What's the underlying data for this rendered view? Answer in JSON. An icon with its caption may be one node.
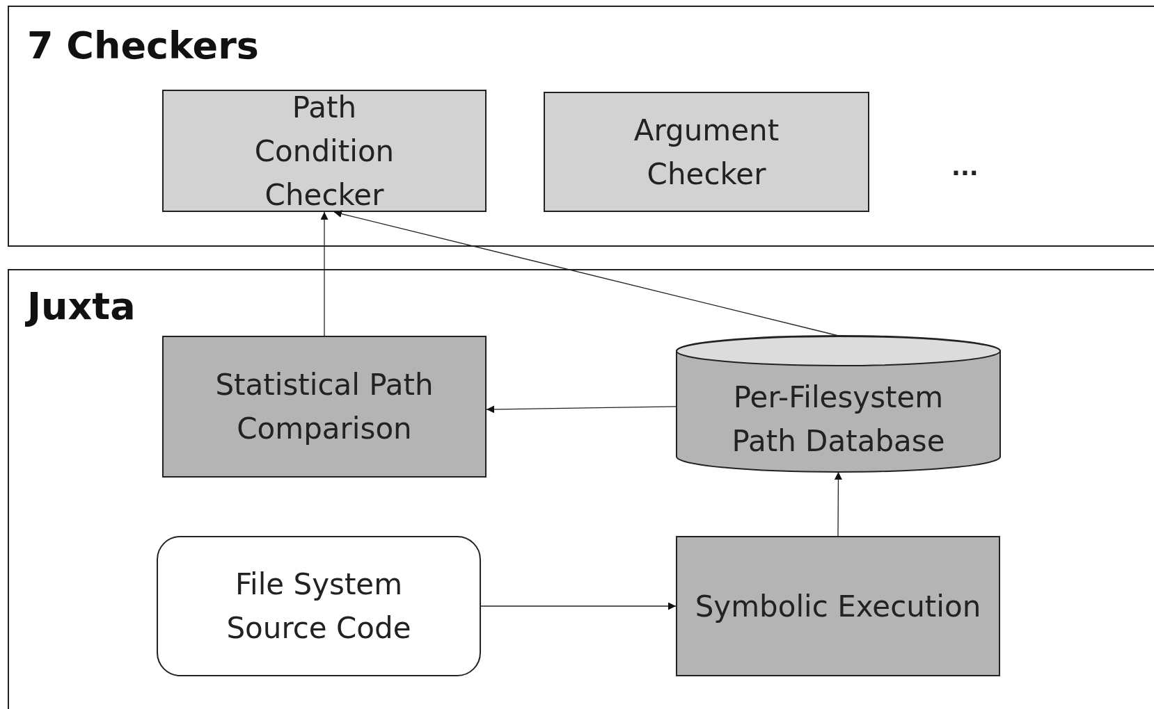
{
  "diagram": {
    "nodes": [
      {
        "text": [
          "7 Checkers"
        ]
      },
      {
        "text": [
          "Path Condition Checker"
        ],
        "in": 0
      },
      {
        "text": [
          "Argument Checker"
        ],
        "in": 0
      },
      {
        "text": [
          "Juxta"
        ]
      },
      {
        "text": [
          "Statistical Path Comparison"
        ],
        "in": 3
      },
      {
        "text": [
          "Per-Filesystem Path Database"
        ],
        "in": 3
      },
      {
        "text": [
          "File System Source Code"
        ],
        "in": 3
      },
      {
        "text": [
          "Symbolic Execution"
        ],
        "in": 3
      }
    ],
    "edges": [
      {
        "from": 4,
        "to": 1,
        "arrow": "to"
      },
      {
        "from": 5,
        "to": 1,
        "arrow": "to"
      },
      {
        "from": 5,
        "to": 4,
        "arrow": "to"
      },
      {
        "from": 7,
        "to": 5,
        "arrow": "to"
      },
      {
        "from": 6,
        "to": 7,
        "arrow": "to"
      }
    ],
    "labels": [
      "..."
    ]
  }
}
